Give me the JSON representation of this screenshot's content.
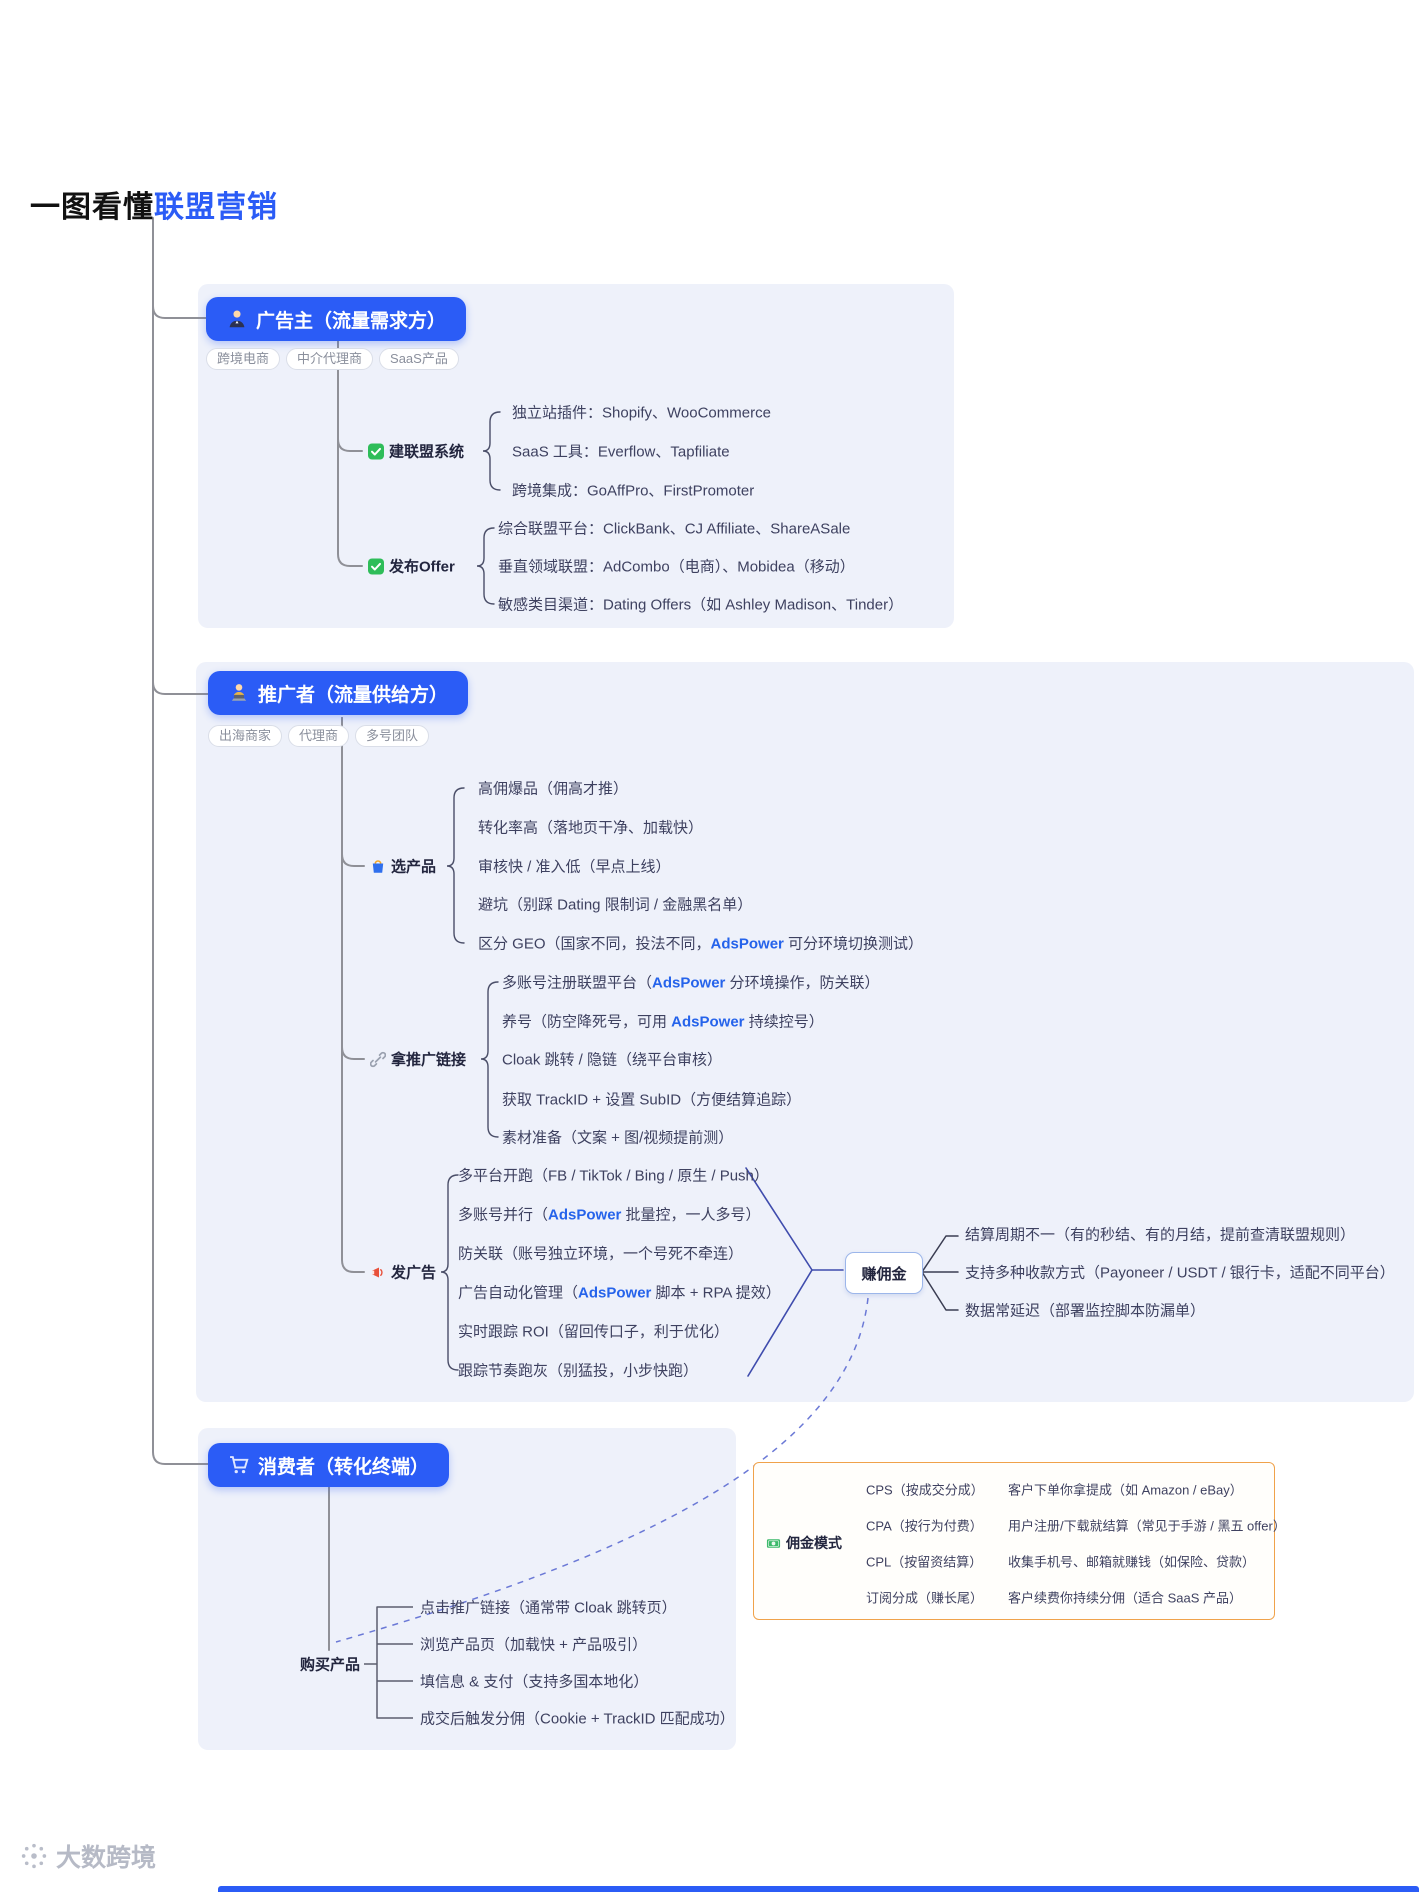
{
  "title": {
    "prefix": "一图看懂",
    "highlight": "联盟营销"
  },
  "colors": {
    "accent_blue": "#2b5cf6",
    "panel_bg": "#eef1fa",
    "adspower_blue": "#2563eb",
    "modes_border_orange": "#f0a24a"
  },
  "branches": {
    "advertiser": {
      "header": "广告主（流量需求方）",
      "icon": "businessman-icon",
      "tags": [
        "跨境电商",
        "中介代理商",
        "SaaS产品"
      ],
      "groups": [
        {
          "label": "建联盟系统",
          "icon": "check-icon",
          "leaves": [
            "独立站插件：Shopify、WooCommerce",
            "SaaS 工具：Everflow、Tapfiliate",
            "跨境集成：GoAffPro、FirstPromoter"
          ]
        },
        {
          "label": "发布Offer",
          "icon": "check-icon",
          "leaves": [
            "综合联盟平台：ClickBank、CJ Affiliate、ShareASale",
            "垂直领域联盟：AdCombo（电商）、Mobidea（移动）",
            "敏感类目渠道：Dating Offers（如 Ashley Madison、Tinder）"
          ]
        }
      ]
    },
    "promoter": {
      "header": "推广者（流量供给方）",
      "icon": "technologist-icon",
      "tags": [
        "出海商家",
        "代理商",
        "多号团队"
      ],
      "groups": [
        {
          "label": "选产品",
          "icon": "shopping-bag-icon",
          "leaves": [
            "高佣爆品（佣高才推）",
            "转化率高（落地页干净、加载快）",
            "审核快 / 准入低（早点上线）",
            "避坑（别踩 Dating 限制词 / 金融黑名单）",
            [
              {
                "t": "区分 GEO（国家不同，投法不同，"
              },
              {
                "t": "AdsPower",
                "hl": true
              },
              {
                "t": " 可分环境切换测试）"
              }
            ]
          ]
        },
        {
          "label": "拿推广链接",
          "icon": "link-icon",
          "leaves": [
            [
              {
                "t": "多账号注册联盟平台（"
              },
              {
                "t": "AdsPower",
                "hl": true
              },
              {
                "t": " 分环境操作，防关联）"
              }
            ],
            [
              {
                "t": "养号（防空降死号，可用 "
              },
              {
                "t": "AdsPower",
                "hl": true
              },
              {
                "t": " 持续控号）"
              }
            ],
            "Cloak 跳转 / 隐链（绕平台审核）",
            "获取 TrackID + 设置 SubID（方便结算追踪）",
            "素材准备（文案 + 图/视频提前测）"
          ]
        },
        {
          "label": "发广告",
          "icon": "megaphone-icon",
          "leaves": [
            "多平台开跑（FB / TikTok / Bing / 原生 / Push）",
            [
              {
                "t": "多账号并行（"
              },
              {
                "t": "AdsPower",
                "hl": true
              },
              {
                "t": " 批量控，一人多号）"
              }
            ],
            "防关联（账号独立环境，一个号死不牵连）",
            [
              {
                "t": "广告自动化管理（"
              },
              {
                "t": "AdsPower",
                "hl": true
              },
              {
                "t": " 脚本 + RPA 提效）"
              }
            ],
            "实时跟踪 ROI（留回传口子，利于优化）",
            "跟踪节奏跑灰（别猛投，小步快跑）"
          ]
        }
      ],
      "commission": {
        "node": "赚佣金",
        "leaves": [
          "结算周期不一（有的秒结、有的月结，提前查清联盟规则）",
          "支持多种收款方式（Payoneer / USDT / 银行卡，适配不同平台）",
          "数据常延迟（部署监控脚本防漏单）"
        ]
      }
    },
    "consumer": {
      "header": "消费者（转化终端）",
      "icon": "cart-icon",
      "group": {
        "label": "购买产品",
        "leaves": [
          "点击推广链接（通常带 Cloak 跳转页）",
          "浏览产品页（加载快 + 产品吸引）",
          "填信息 & 支付（支持多国本地化）",
          "成交后触发分佣（Cookie + TrackID 匹配成功）"
        ]
      }
    }
  },
  "commission_modes": {
    "label": "佣金模式",
    "icon": "money-icon",
    "rows": [
      {
        "mode": "CPS（按成交分成）",
        "desc": "客户下单你拿提成（如 Amazon / eBay）"
      },
      {
        "mode": "CPA（按行为付费）",
        "desc": "用户注册/下载就结算（常见于手游 / 黑五 offer）"
      },
      {
        "mode": "CPL（按留资结算）",
        "desc": "收集手机号、邮箱就赚钱（如保险、贷款）"
      },
      {
        "mode": "订阅分成（赚长尾）",
        "desc": "客户续费你持续分佣（适合 SaaS 产品）"
      }
    ]
  },
  "watermark": {
    "brand": "大数跨境"
  }
}
